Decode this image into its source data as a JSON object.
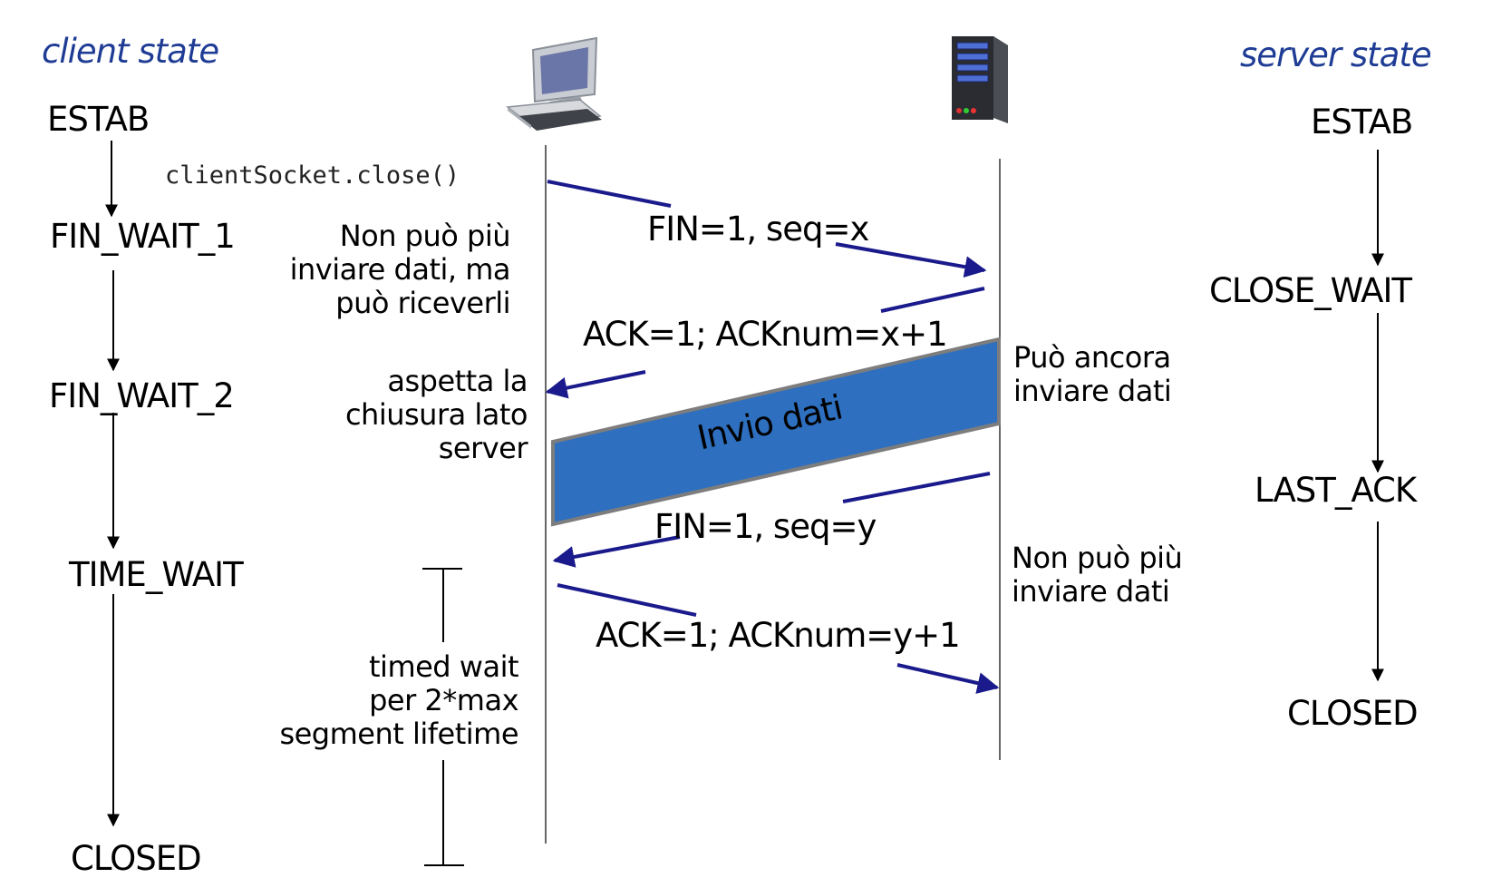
{
  "headers": {
    "client_state": "client state",
    "server_state": "server state"
  },
  "client_states": [
    "ESTAB",
    "FIN_WAIT_1",
    "FIN_WAIT_2",
    "TIME_WAIT",
    "CLOSED"
  ],
  "server_states": [
    "ESTAB",
    "CLOSE_WAIT",
    "LAST_ACK",
    "CLOSED"
  ],
  "client_call": "clientSocket.close()",
  "messages": {
    "fin_client": "FIN=1, seq=x",
    "ack_server": "ACK=1; ACKnum=x+1",
    "data_transfer": "Invio dati",
    "fin_server": "FIN=1, seq=y",
    "ack_client": "ACK=1; ACKnum=y+1"
  },
  "client_notes": {
    "fin_wait_1": "Non può più\ninviare dati, ma\npuò riceverli",
    "fin_wait_2": "aspetta la\nchiusura lato\nserver",
    "time_wait": "timed wait\nper 2*max\nsegment lifetime"
  },
  "server_notes": {
    "close_wait": "Può ancora\ninviare dati",
    "last_ack": "Non può più\ninviare dati"
  },
  "icons": {
    "client": "desktop-computer-icon",
    "server": "server-tower-icon"
  },
  "colors": {
    "header_text": "#1f3c95",
    "arrow": "#1a1a8c",
    "data_band": "#2e6fbf"
  }
}
